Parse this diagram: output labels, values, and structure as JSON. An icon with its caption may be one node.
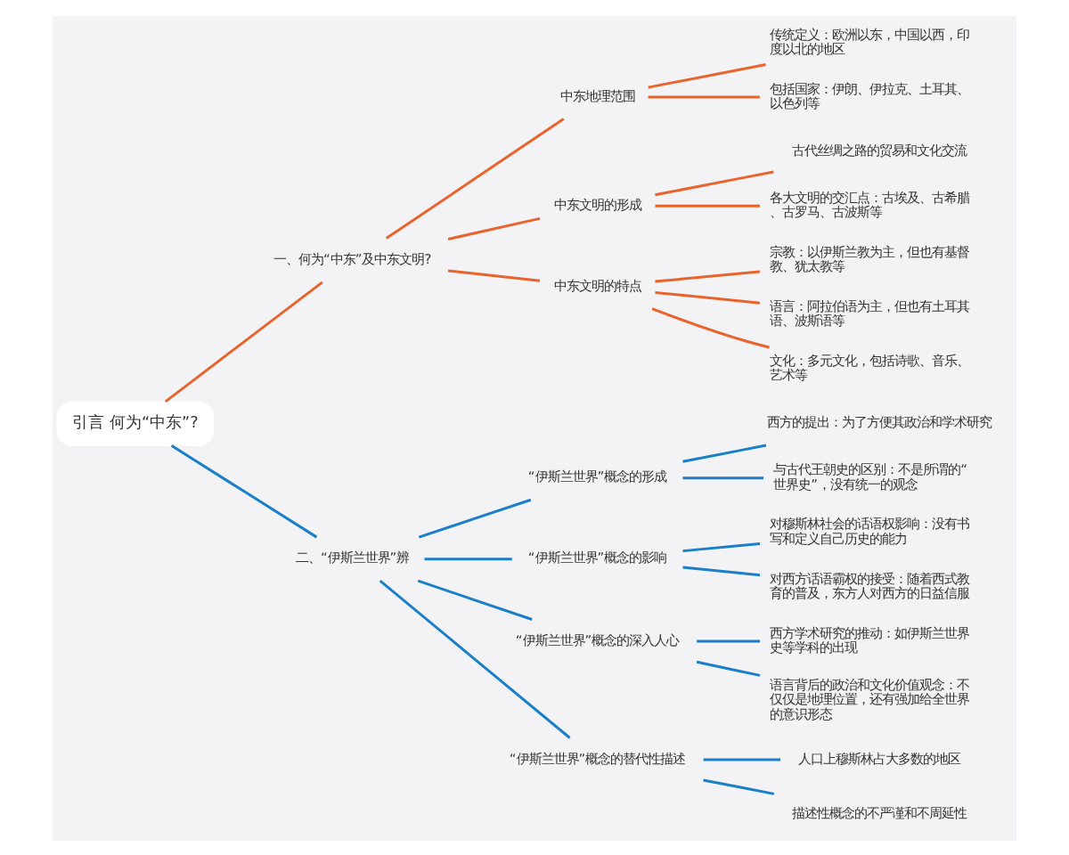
{
  "diagram": {
    "nodes": [
      {
        "text": [
          "引言 何为“中东”?"
        ]
      },
      {
        "text": [
          "一、何为“中东”及中东文明?"
        ]
      },
      {
        "text": [
          "中东地理范围"
        ]
      },
      {
        "text": [
          "传统定义：欧洲以东，中国以西，印度以北的地区"
        ]
      },
      {
        "text": [
          "包括国家：伊朗、伊拉克、土耳其、以色列等"
        ]
      },
      {
        "text": [
          "中东文明的形成"
        ]
      },
      {
        "text": [
          "古代丝绸之路的贸易和文化交流"
        ]
      },
      {
        "text": [
          "各大文明的交汇点：古埃及、古希腊、古罗马、古波斯等"
        ]
      },
      {
        "text": [
          "中东文明的特点"
        ]
      },
      {
        "text": [
          "宗教：以伊斯兰教为主，但也有基督教、犹太教等"
        ]
      },
      {
        "text": [
          "语言：阿拉伯语为主，但也有土耳其语、波斯语等"
        ]
      },
      {
        "text": [
          "文化：多元文化，包括诗歌、音乐、艺术等"
        ]
      },
      {
        "text": [
          "二、“伊斯兰世界”辨"
        ]
      },
      {
        "text": [
          "“伊斯兰世界”概念的形成"
        ]
      },
      {
        "text": [
          "西方的提出：为了方便其政治和学术研究"
        ]
      },
      {
        "text": [
          "与古代王朝史的区别：不是所谓的“世界史”，没有统一的观念"
        ]
      },
      {
        "text": [
          "“伊斯兰世界”概念的影响"
        ]
      },
      {
        "text": [
          "对穆斯林社会的话语权影响：没有书写和定义自己历史的能力"
        ]
      },
      {
        "text": [
          "对西方话语霸权的接受：随着西式教育的普及，东方人对西方的日益信服"
        ]
      },
      {
        "text": [
          "“伊斯兰世界”概念的深入人心"
        ]
      },
      {
        "text": [
          "西方学术研究的推动：如伊斯兰世界史等学科的出现"
        ]
      },
      {
        "text": [
          "语言背后的政治和文化价值观念：不仅仅是地理位置，还有强加给全世界的意识形态"
        ]
      },
      {
        "text": [
          "“伊斯兰世界”概念的替代性描述"
        ]
      },
      {
        "text": [
          "人口上穆斯林占大多数的地区"
        ]
      },
      {
        "text": [
          "描述性概念的不严谨和不周延性"
        ]
      }
    ],
    "edges": [
      {
        "from": 0,
        "to": 1,
        "arrow": "none",
        "color": "#e8642c"
      },
      {
        "from": 1,
        "to": 2,
        "arrow": "none",
        "color": "#e8642c"
      },
      {
        "from": 2,
        "to": 3,
        "arrow": "none",
        "color": "#e8642c"
      },
      {
        "from": 2,
        "to": 4,
        "arrow": "none",
        "color": "#e8642c"
      },
      {
        "from": 1,
        "to": 5,
        "arrow": "none",
        "color": "#e8642c"
      },
      {
        "from": 5,
        "to": 6,
        "arrow": "none",
        "color": "#e8642c"
      },
      {
        "from": 5,
        "to": 7,
        "arrow": "none",
        "color": "#e8642c"
      },
      {
        "from": 1,
        "to": 8,
        "arrow": "none",
        "color": "#e8642c"
      },
      {
        "from": 8,
        "to": 9,
        "arrow": "none",
        "color": "#e8642c"
      },
      {
        "from": 8,
        "to": 10,
        "arrow": "none",
        "color": "#e8642c"
      },
      {
        "from": 8,
        "to": 11,
        "arrow": "none",
        "color": "#e8642c"
      },
      {
        "from": 0,
        "to": 12,
        "arrow": "none"
      },
      {
        "from": 12,
        "to": 13,
        "arrow": "none"
      },
      {
        "from": 13,
        "to": 14,
        "arrow": "none"
      },
      {
        "from": 13,
        "to": 15,
        "arrow": "none"
      },
      {
        "from": 12,
        "to": 16,
        "arrow": "none"
      },
      {
        "from": 16,
        "to": 17,
        "arrow": "none"
      },
      {
        "from": 16,
        "to": 18,
        "arrow": "none"
      },
      {
        "from": 12,
        "to": 19,
        "arrow": "none"
      },
      {
        "from": 19,
        "to": 20,
        "arrow": "none"
      },
      {
        "from": 19,
        "to": 21,
        "arrow": "none"
      },
      {
        "from": 12,
        "to": 22,
        "arrow": "none"
      },
      {
        "from": 22,
        "to": 23,
        "arrow": "none"
      },
      {
        "from": 22,
        "to": 24,
        "arrow": "none"
      }
    ]
  }
}
